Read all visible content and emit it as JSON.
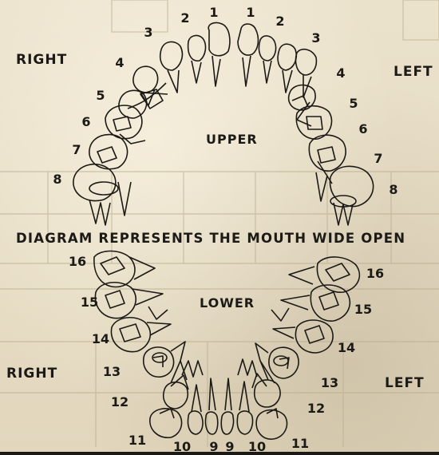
{
  "labels": {
    "right_upper": "RIGHT",
    "left_upper": "LEFT",
    "upper": "UPPER",
    "lower": "LOWER",
    "right_lower": "RIGHT",
    "left_lower": "LEFT",
    "caption": "DIAGRAM REPRESENTS THE MOUTH WIDE OPEN"
  },
  "upper_numbers": {
    "right": [
      "1",
      "2",
      "3",
      "4",
      "5",
      "6",
      "7",
      "8"
    ],
    "left": [
      "1",
      "2",
      "3",
      "4",
      "5",
      "6",
      "7",
      "8"
    ]
  },
  "lower_numbers": {
    "right": [
      "9",
      "10",
      "11",
      "12",
      "13",
      "14",
      "15",
      "16"
    ],
    "left": [
      "9",
      "10",
      "11",
      "12",
      "13",
      "14",
      "15",
      "16"
    ]
  }
}
